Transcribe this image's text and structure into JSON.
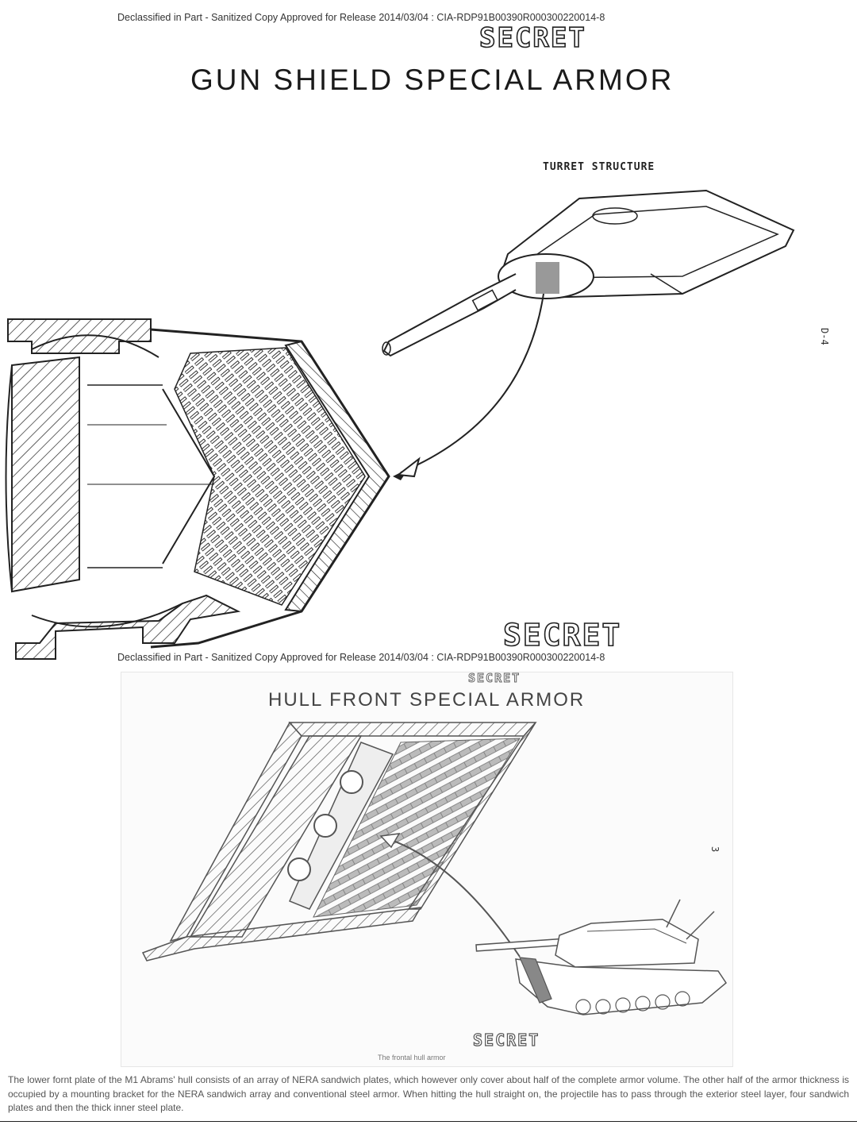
{
  "page1": {
    "declass_header": "Declassified in Part - Sanitized Copy Approved for Release 2014/03/04 : CIA-RDP91B00390R000300220014-8",
    "secret_top": "SECRET",
    "title": "GUN SHIELD SPECIAL ARMOR",
    "turret_label": "TURRET STRUCTURE",
    "page_mark": "D-4",
    "secret_bottom": "SECRET"
  },
  "page2": {
    "declass_header": "Declassified in Part - Sanitized Copy Approved for Release 2014/03/04 : CIA-RDP91B00390R000300220014-8",
    "secret_top": "SECRET",
    "title": "HULL FRONT SPECIAL ARMOR",
    "page_mark": "3",
    "secret_bottom": "SECRET",
    "caption": "The frontal hull armor"
  },
  "article": {
    "paragraph": "The lower fornt plate of the M1 Abrams' hull consists of an array of NERA sandwich plates, which however only cover about half of the complete armor volume. The other half of the armor thickness is occupied by a mounting bracket for the NERA sandwich array and conventional steel armor. When hitting the hull straight on, the projectile has to pass through the exterior steel layer, four sandwich plates and then the thick inner steel plate."
  },
  "icons": {
    "gun_shield_diagram": "gun-shield-cross-section-drawing",
    "turret_diagram": "tank-turret-drawing",
    "hull_diagram": "hull-armor-cross-section-drawing",
    "tank_diagram": "m1-tank-drawing"
  }
}
